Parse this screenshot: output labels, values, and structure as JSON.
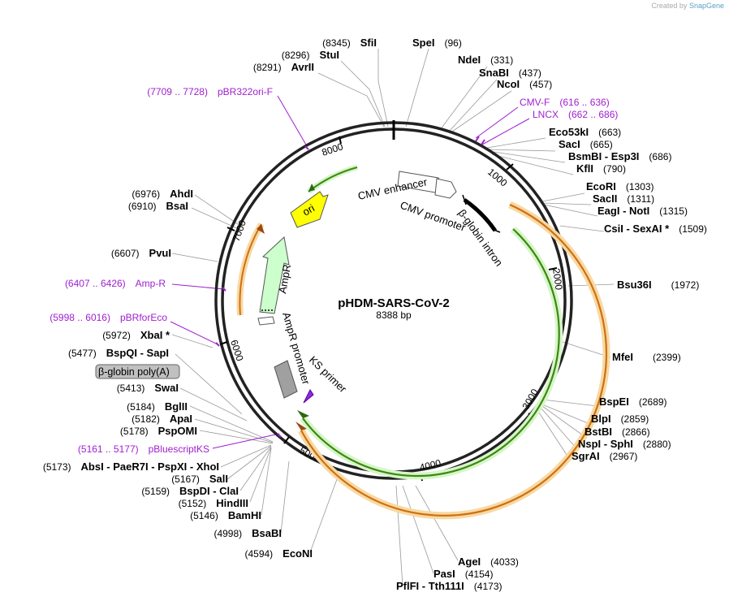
{
  "credit": {
    "prefix": "Created by",
    "brand": "SnapGene"
  },
  "plasmid": {
    "name": "pHDM-SARS-CoV-2",
    "size_label": "8388 bp",
    "length": 8388
  },
  "tick_labels": [
    "1000",
    "2000",
    "3000",
    "4000",
    "5000",
    "6000",
    "7000",
    "8000"
  ],
  "features": [
    {
      "label": "CMV enhancer",
      "kind": "enhancer",
      "color": "#ffffff"
    },
    {
      "label": "CMV promoter",
      "kind": "promoter",
      "color": "#ffffff"
    },
    {
      "label": "β-globin intron",
      "kind": "intron",
      "color": "#000000"
    },
    {
      "label": "ori",
      "kind": "origin",
      "color": "#ffff00"
    },
    {
      "label": "AmpR",
      "kind": "cds",
      "color": "#ccffcc"
    },
    {
      "label": "AmpR promoter",
      "kind": "promoter",
      "color": "#ffffff"
    },
    {
      "label": "KS primer",
      "kind": "primer_bind",
      "color": "#8a2be2"
    },
    {
      "label": "β-globin poly(A)",
      "kind": "polyA",
      "color": "#a0a0a0"
    }
  ],
  "enzymes": {
    "right": [
      {
        "name": "SpeI",
        "pos": "(96)"
      },
      {
        "name": "NdeI",
        "pos": "(331)"
      },
      {
        "name": "SnaBI",
        "pos": "(437)"
      },
      {
        "name": "NcoI",
        "pos": "(457)"
      },
      {
        "name": "Eco53kI",
        "pos": "(663)"
      },
      {
        "name": "SacI",
        "pos": "(665)"
      },
      {
        "name": "BsmBI - Esp3I",
        "pos": "(686)"
      },
      {
        "name": "KflI",
        "pos": "(790)"
      },
      {
        "name": "EcoRI",
        "pos": "(1303)"
      },
      {
        "name": "SacII",
        "pos": "(1311)"
      },
      {
        "name": "EagI - NotI",
        "pos": "(1315)"
      },
      {
        "name": "CsiI - SexAI *",
        "pos": "(1509)"
      },
      {
        "name": "Bsu36I",
        "pos": "(1972)"
      },
      {
        "name": "MfeI",
        "pos": "(2399)"
      },
      {
        "name": "BspEI",
        "pos": "(2689)"
      },
      {
        "name": "BlpI",
        "pos": "(2859)"
      },
      {
        "name": "BstBI",
        "pos": "(2866)"
      },
      {
        "name": "NspI - SphI",
        "pos": "(2880)"
      },
      {
        "name": "SgrAI",
        "pos": "(2967)"
      },
      {
        "name": "AgeI",
        "pos": "(4033)"
      },
      {
        "name": "PasI",
        "pos": "(4154)"
      },
      {
        "name": "PflFI - Tth111I",
        "pos": "(4173)"
      }
    ],
    "left": [
      {
        "name": "SfiI",
        "pos": "(8345)"
      },
      {
        "name": "StuI",
        "pos": "(8296)"
      },
      {
        "name": "AvrII",
        "pos": "(8291)"
      },
      {
        "name": "AhdI",
        "pos": "(6976)"
      },
      {
        "name": "BsaI",
        "pos": "(6910)"
      },
      {
        "name": "PvuI",
        "pos": "(6607)"
      },
      {
        "name": "XbaI *",
        "pos": "(5972)"
      },
      {
        "name": "BspQI - SapI",
        "pos": "(5477)"
      },
      {
        "name": "SwaI",
        "pos": "(5413)"
      },
      {
        "name": "BglII",
        "pos": "(5184)"
      },
      {
        "name": "ApaI",
        "pos": "(5182)"
      },
      {
        "name": "PspOMI",
        "pos": "(5178)"
      },
      {
        "name": "AbsI - PaeR7I - PspXI - XhoI",
        "pos": "(5173)"
      },
      {
        "name": "SalI",
        "pos": "(5167)"
      },
      {
        "name": "BspDI - ClaI",
        "pos": "(5159)"
      },
      {
        "name": "HindIII",
        "pos": "(5152)"
      },
      {
        "name": "BamHI",
        "pos": "(5146)"
      },
      {
        "name": "BsaBI",
        "pos": "(4998)"
      },
      {
        "name": "EcoNI",
        "pos": "(4594)"
      }
    ]
  },
  "primers": [
    {
      "range": "(616 .. 636)",
      "name": "CMV-F"
    },
    {
      "range": "(662 .. 686)",
      "name": "LNCX"
    },
    {
      "range": "(7709 .. 7728)",
      "name": "pBR322ori-F"
    },
    {
      "range": "(6407 .. 6426)",
      "name": "Amp-R"
    },
    {
      "range": "(5998 .. 6016)",
      "name": "pBRforEco"
    },
    {
      "range": "(5161 .. 5177)",
      "name": "pBluescriptKS"
    }
  ]
}
